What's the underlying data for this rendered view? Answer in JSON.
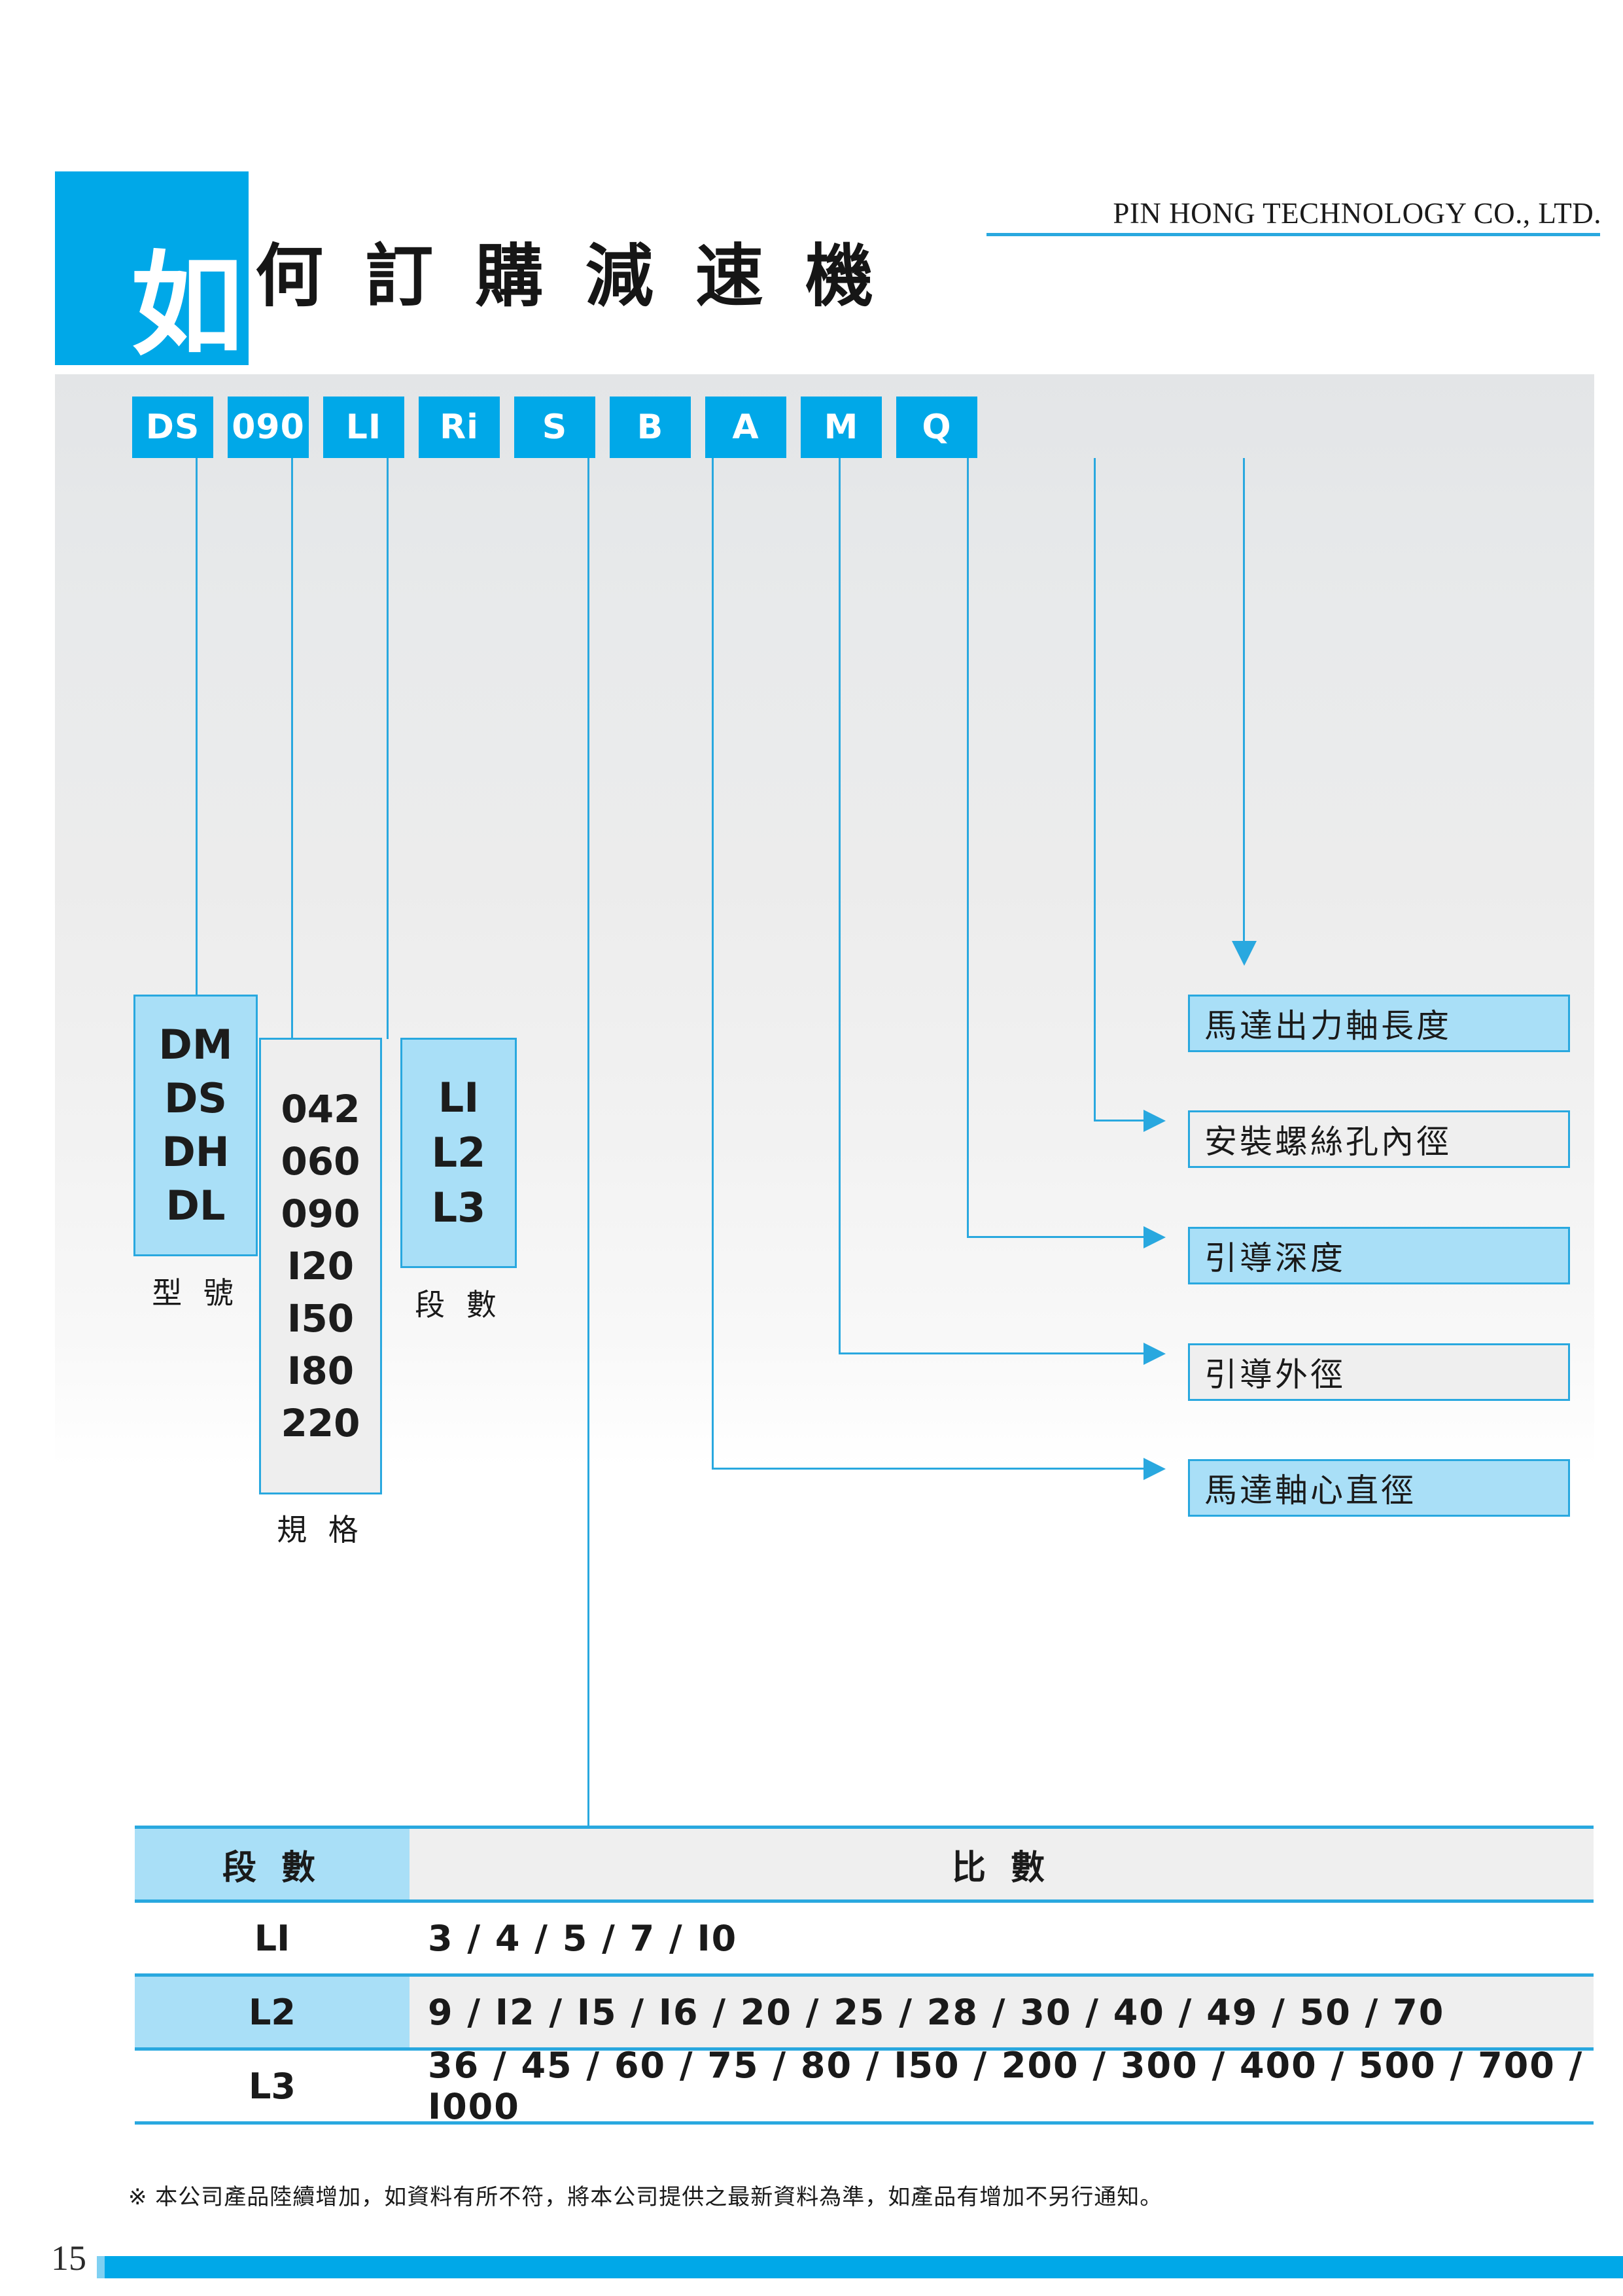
{
  "header": {
    "company": "PIN HONG TECHNOLOGY CO., LTD.",
    "title_char": "如",
    "title_rest": "何 訂 購 減 速 機"
  },
  "code_boxes": [
    {
      "label": "DS"
    },
    {
      "label": "090"
    },
    {
      "label": "LI"
    },
    {
      "label": "Ri"
    },
    {
      "label": "S"
    },
    {
      "label": "B"
    },
    {
      "label": "A"
    },
    {
      "label": "M"
    },
    {
      "label": "Q"
    }
  ],
  "option_groups": [
    {
      "name": "model",
      "caption": "型 號",
      "values": [
        "DM",
        "DS",
        "DH",
        "DL"
      ]
    },
    {
      "name": "size",
      "caption": "規 格",
      "values": [
        "042",
        "060",
        "090",
        "I20",
        "I50",
        "I80",
        "220"
      ]
    },
    {
      "name": "stages",
      "caption": "段 數",
      "values": [
        "LI",
        "L2",
        "L3"
      ]
    }
  ],
  "descriptions": [
    {
      "text": "馬達出力軸長度"
    },
    {
      "text": "安裝螺絲孔內徑"
    },
    {
      "text": "引導深度"
    },
    {
      "text": "引導外徑"
    },
    {
      "text": "馬達軸心直徑"
    }
  ],
  "ratio_table": {
    "headers": [
      "段 數",
      "比 數"
    ],
    "rows": [
      {
        "stage": "LI",
        "ratios": "3 / 4 / 5 / 7 / I0"
      },
      {
        "stage": "L2",
        "ratios": "9 / I2 / I5 / I6 / 20 / 25 / 28 / 30 / 40 / 49 / 50 / 70"
      },
      {
        "stage": "L3",
        "ratios": "36 / 45 / 60 / 75 / 80 / I50 / 200 / 300 / 400 / 500 / 700 / I000"
      }
    ]
  },
  "footnote": "※  本公司產品陸續增加，如資料有所不符，將本公司提供之最新資料為準，如產品有增加不另行通知。",
  "page_number": "15",
  "colors": {
    "brand_blue": "#00a8e8",
    "line_blue": "#29a8df",
    "light_blue": "#a9dff7",
    "gray_fill": "#efefef"
  }
}
